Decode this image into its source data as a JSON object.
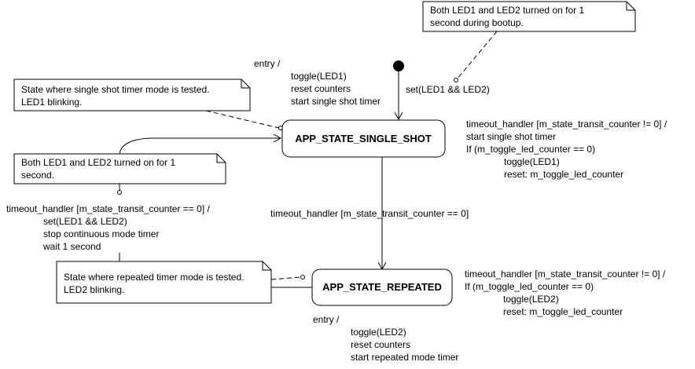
{
  "states": {
    "single_shot": {
      "name": "APP_STATE_SINGLE_SHOT"
    },
    "repeated": {
      "name": "APP_STATE_REPEATED"
    }
  },
  "notes": {
    "bootup": {
      "line1": "Both LED1 and LED2 turned on for 1",
      "line2": "second during bootup."
    },
    "single_shot": {
      "line1": "State where single shot timer mode is tested.",
      "line2": "LED1 blinking."
    },
    "transition": {
      "line1": "Both LED1 and LED2 turned on for 1",
      "line2": "second."
    },
    "repeated": {
      "line1": "State where repeated timer mode is tested.",
      "line2": "LED2 blinking."
    }
  },
  "labels": {
    "initial_set": "set(LED1 && LED2)",
    "single_entry": {
      "title": "entry /",
      "line1": "toggle(LED1)",
      "line2": "reset counters",
      "line3": "start single shot timer"
    },
    "single_internal": {
      "line1": "timeout_handler [m_state_transit_counter != 0] /",
      "line2": "start single shot timer",
      "line3": "If (m_toggle_led_counter == 0)",
      "line4": "toggle(LED1)",
      "line5": "reset: m_toggle_led_counter"
    },
    "single_to_repeated": "timeout_handler [m_state_transit_counter == 0]",
    "repeated_to_single": {
      "line1": "timeout_handler [m_state_transit_counter == 0] /",
      "line2": "set(LED1 && LED2)",
      "line3": "stop continuous mode timer",
      "line4": "wait 1 second"
    },
    "repeated_internal": {
      "line1": "timeout_handler [m_state_transit_counter != 0] /",
      "line2": "If (m_toggle_led_counter == 0)",
      "line3": "toggle(LED2)",
      "line4": "reset: m_toggle_led_counter"
    },
    "repeated_entry": {
      "title": "entry /",
      "line1": "toggle(LED2)",
      "line2": "reset counters",
      "line3": "start repeated mode timer"
    }
  }
}
